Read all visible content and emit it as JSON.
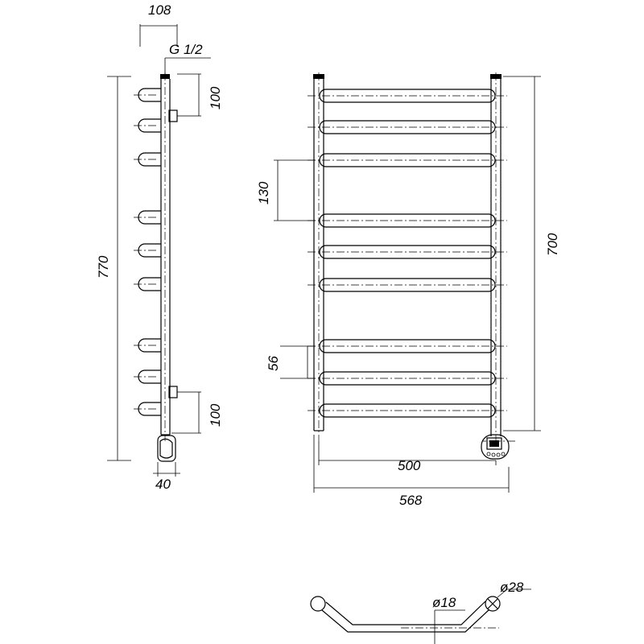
{
  "side_view": {
    "dim_depth": "108",
    "dim_thread": "G 1/2",
    "dim_top_offset": "100",
    "dim_total_height": "770",
    "dim_bottom_offset": "100",
    "dim_heater_depth": "40"
  },
  "front_view": {
    "dim_spacing": "130",
    "dim_gap": "56",
    "dim_height": "700",
    "dim_axis_width": "500",
    "dim_total_width": "568"
  },
  "section_view": {
    "dim_rung_dia": "ø18",
    "dim_rail_dia": "ø28"
  }
}
